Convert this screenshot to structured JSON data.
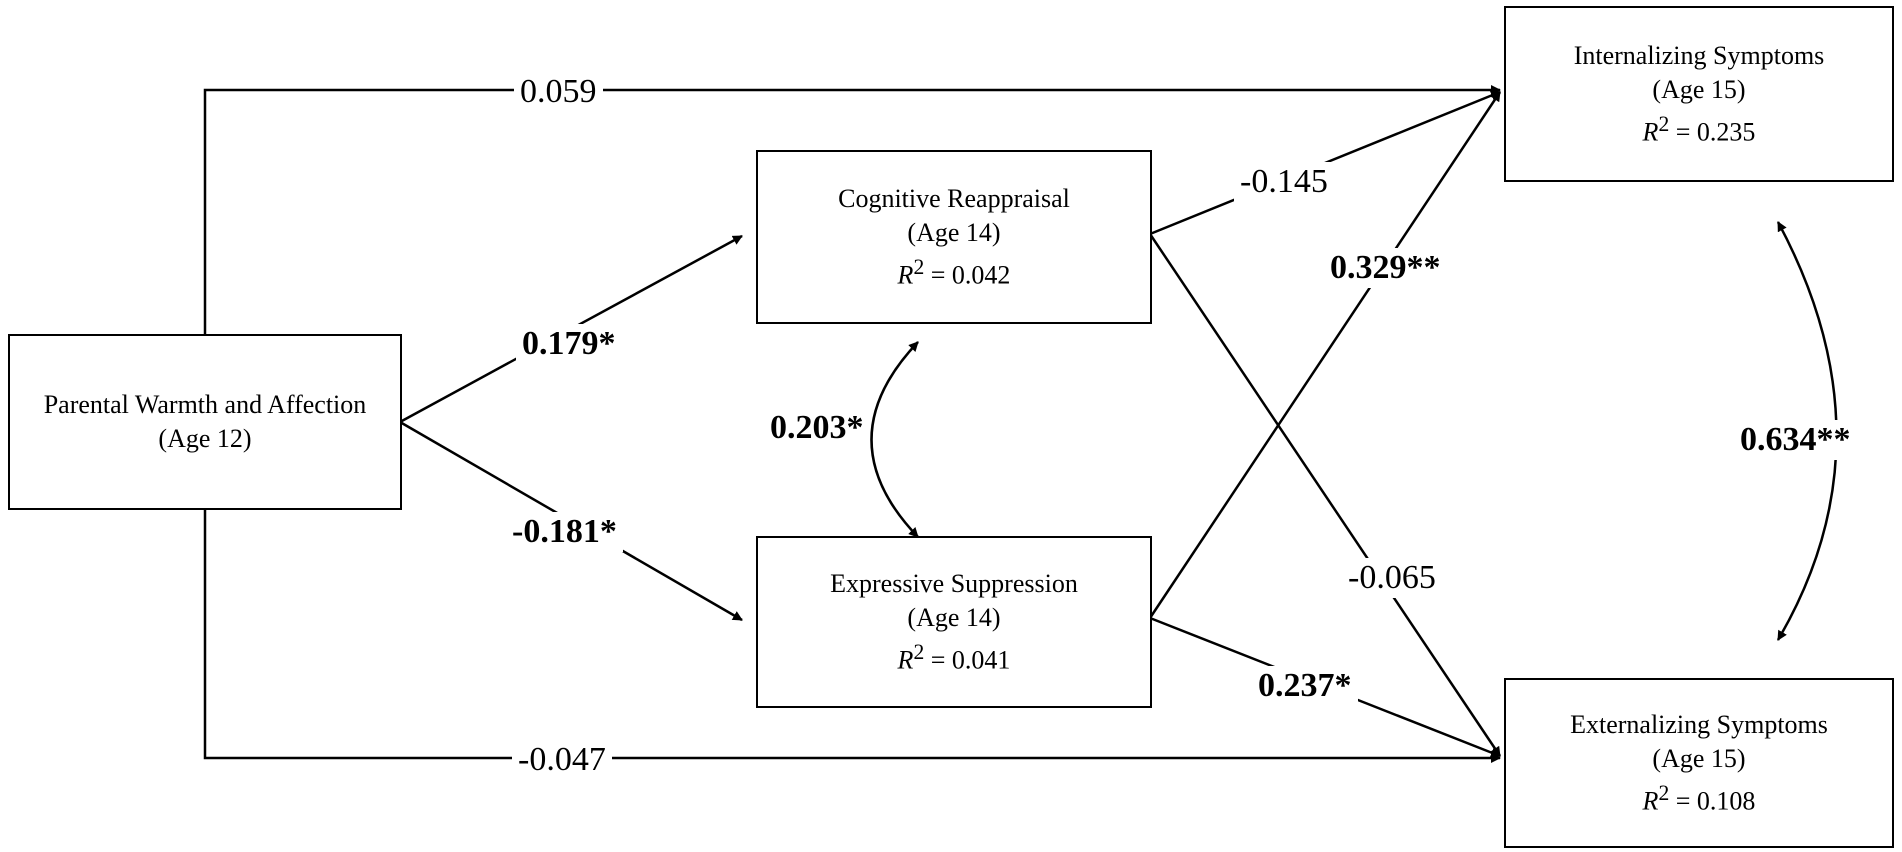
{
  "nodes": {
    "parental": {
      "title": "Parental Warmth and Affection",
      "age": "(Age 12)"
    },
    "reappraisal": {
      "title": "Cognitive Reappraisal",
      "age": "(Age 14)",
      "r2_prefix": "R",
      "r2_sup": "2",
      "r2_value": " = 0.042"
    },
    "suppression": {
      "title": "Expressive Suppression",
      "age": "(Age 14)",
      "r2_prefix": "R",
      "r2_sup": "2",
      "r2_value": " = 0.041"
    },
    "internalizing": {
      "title": "Internalizing Symptoms",
      "age": "(Age 15)",
      "r2_prefix": "R",
      "r2_sup": "2",
      "r2_value": " = 0.235"
    },
    "externalizing": {
      "title": "Externalizing Symptoms",
      "age": "(Age 15)",
      "r2_prefix": "R",
      "r2_sup": "2",
      "r2_value": " = 0.108"
    }
  },
  "paths": {
    "parental_internalizing": "0.059",
    "parental_externalizing": "-0.047",
    "parental_reappraisal": "0.179*",
    "parental_suppression": "-0.181*",
    "reappraisal_suppression_cov": "0.203*",
    "reappraisal_internalizing": "-0.145",
    "reappraisal_externalizing": "-0.065",
    "suppression_internalizing": "0.329**",
    "suppression_externalizing": "0.237*",
    "internalizing_externalizing_cov": "0.634**"
  }
}
